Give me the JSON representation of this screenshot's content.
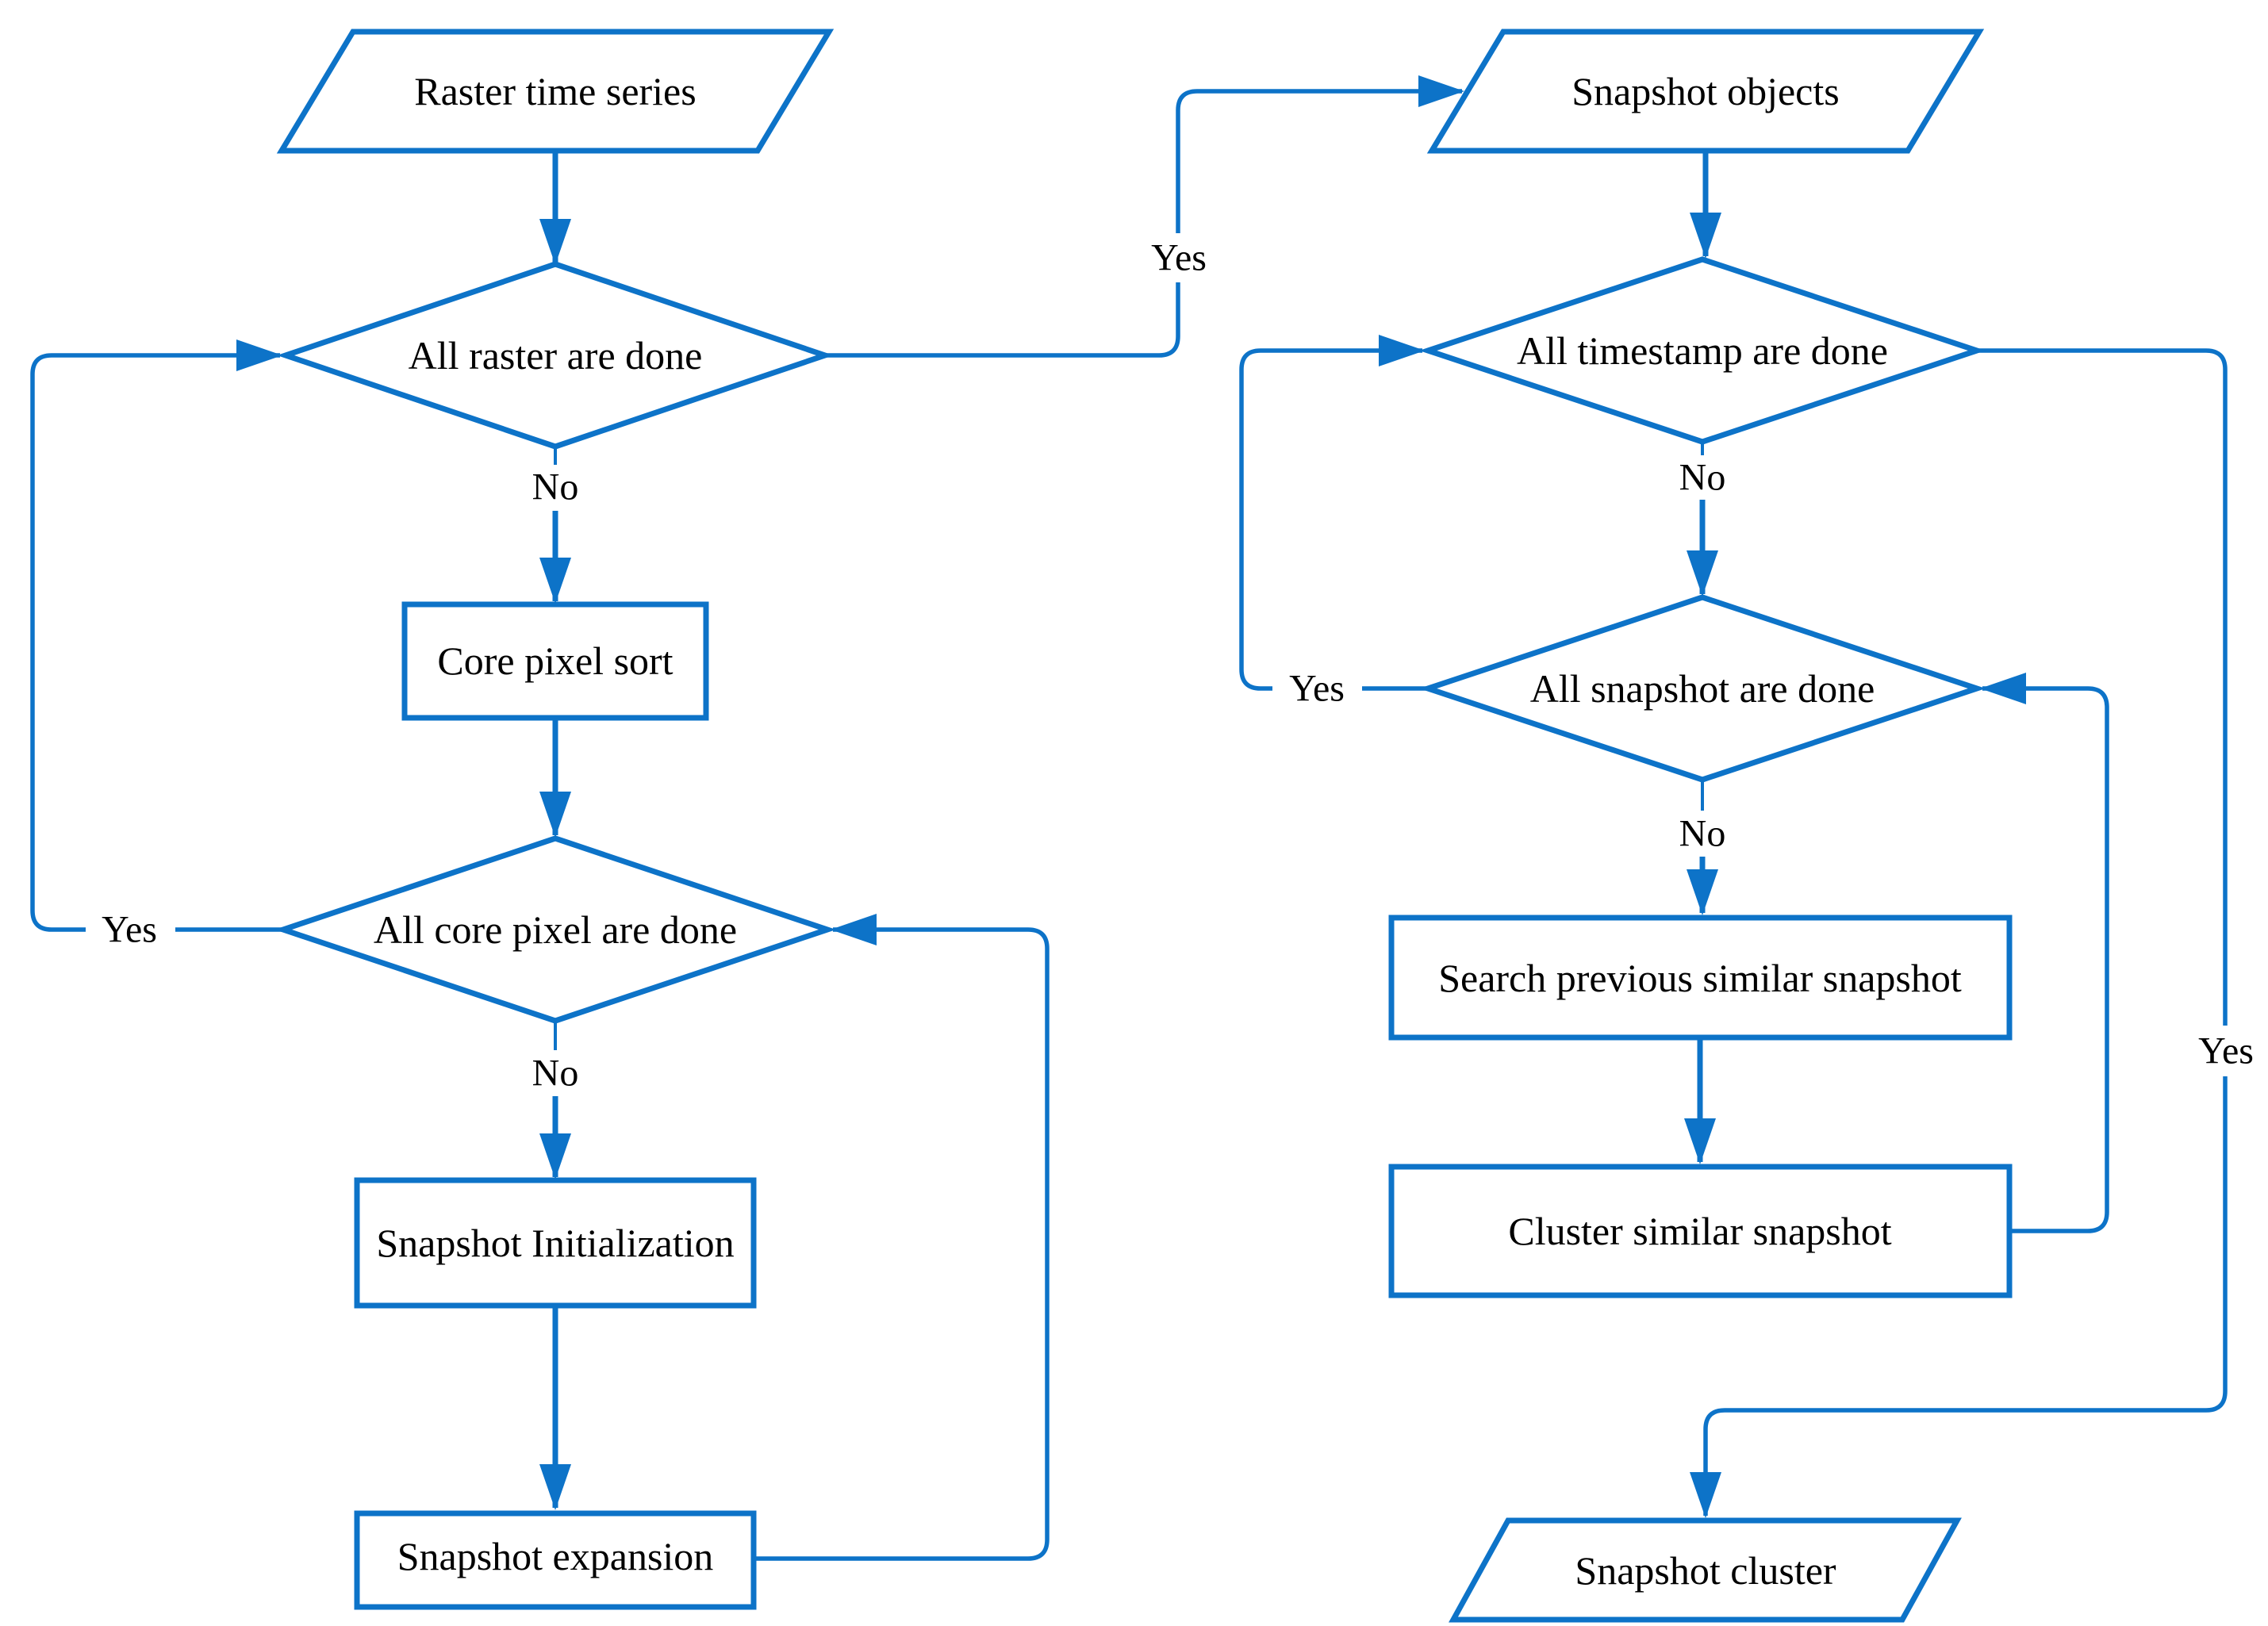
{
  "flow": {
    "accent_color": "#0d73c8",
    "text_color": "#000000",
    "background_color": "#ffffff",
    "nodes": [
      {
        "id": "raster-time-series",
        "type": "data-parallelogram",
        "label": "Raster time series"
      },
      {
        "id": "all-raster-are-done",
        "type": "decision-diamond",
        "label": "All raster are done"
      },
      {
        "id": "core-pixel-sort",
        "type": "process-rect",
        "label": "Core pixel sort"
      },
      {
        "id": "all-core-pixel-are-done",
        "type": "decision-diamond",
        "label": "All core pixel are done"
      },
      {
        "id": "snapshot-initialization",
        "type": "process-rect",
        "label": "Snapshot Initialization"
      },
      {
        "id": "snapshot-expansion",
        "type": "process-rect",
        "label": "Snapshot expansion"
      },
      {
        "id": "snapshot-objects",
        "type": "data-parallelogram",
        "label": "Snapshot objects"
      },
      {
        "id": "all-timestamp-are-done",
        "type": "decision-diamond",
        "label": "All timestamp are done"
      },
      {
        "id": "all-snapshot-are-done",
        "type": "decision-diamond",
        "label": "All snapshot are done"
      },
      {
        "id": "search-previous-similar-snapshot",
        "type": "process-rect",
        "label": "Search previous similar snapshot"
      },
      {
        "id": "cluster-similar-snapshot",
        "type": "process-rect",
        "label": "Cluster similar snapshot"
      },
      {
        "id": "snapshot-cluster",
        "type": "data-parallelogram",
        "label": "Snapshot cluster"
      }
    ],
    "branch_labels": [
      {
        "edge": "all-raster-are-done -> core-pixel-sort",
        "text": "No"
      },
      {
        "edge": "all-core-pixel-are-done -> snapshot-initialization",
        "text": "No"
      },
      {
        "edge": "all-core-pixel-are-done -> all-raster-are-done",
        "text": "Yes"
      },
      {
        "edge": "all-raster-are-done -> snapshot-objects",
        "text": "Yes"
      },
      {
        "edge": "all-timestamp-are-done -> all-snapshot-are-done",
        "text": "No"
      },
      {
        "edge": "all-snapshot-are-done -> search-previous-similar-snapshot",
        "text": "No"
      },
      {
        "edge": "all-snapshot-are-done -> all-timestamp-are-done",
        "text": "Yes"
      },
      {
        "edge": "all-timestamp-are-done -> snapshot-cluster",
        "text": "Yes"
      }
    ]
  }
}
